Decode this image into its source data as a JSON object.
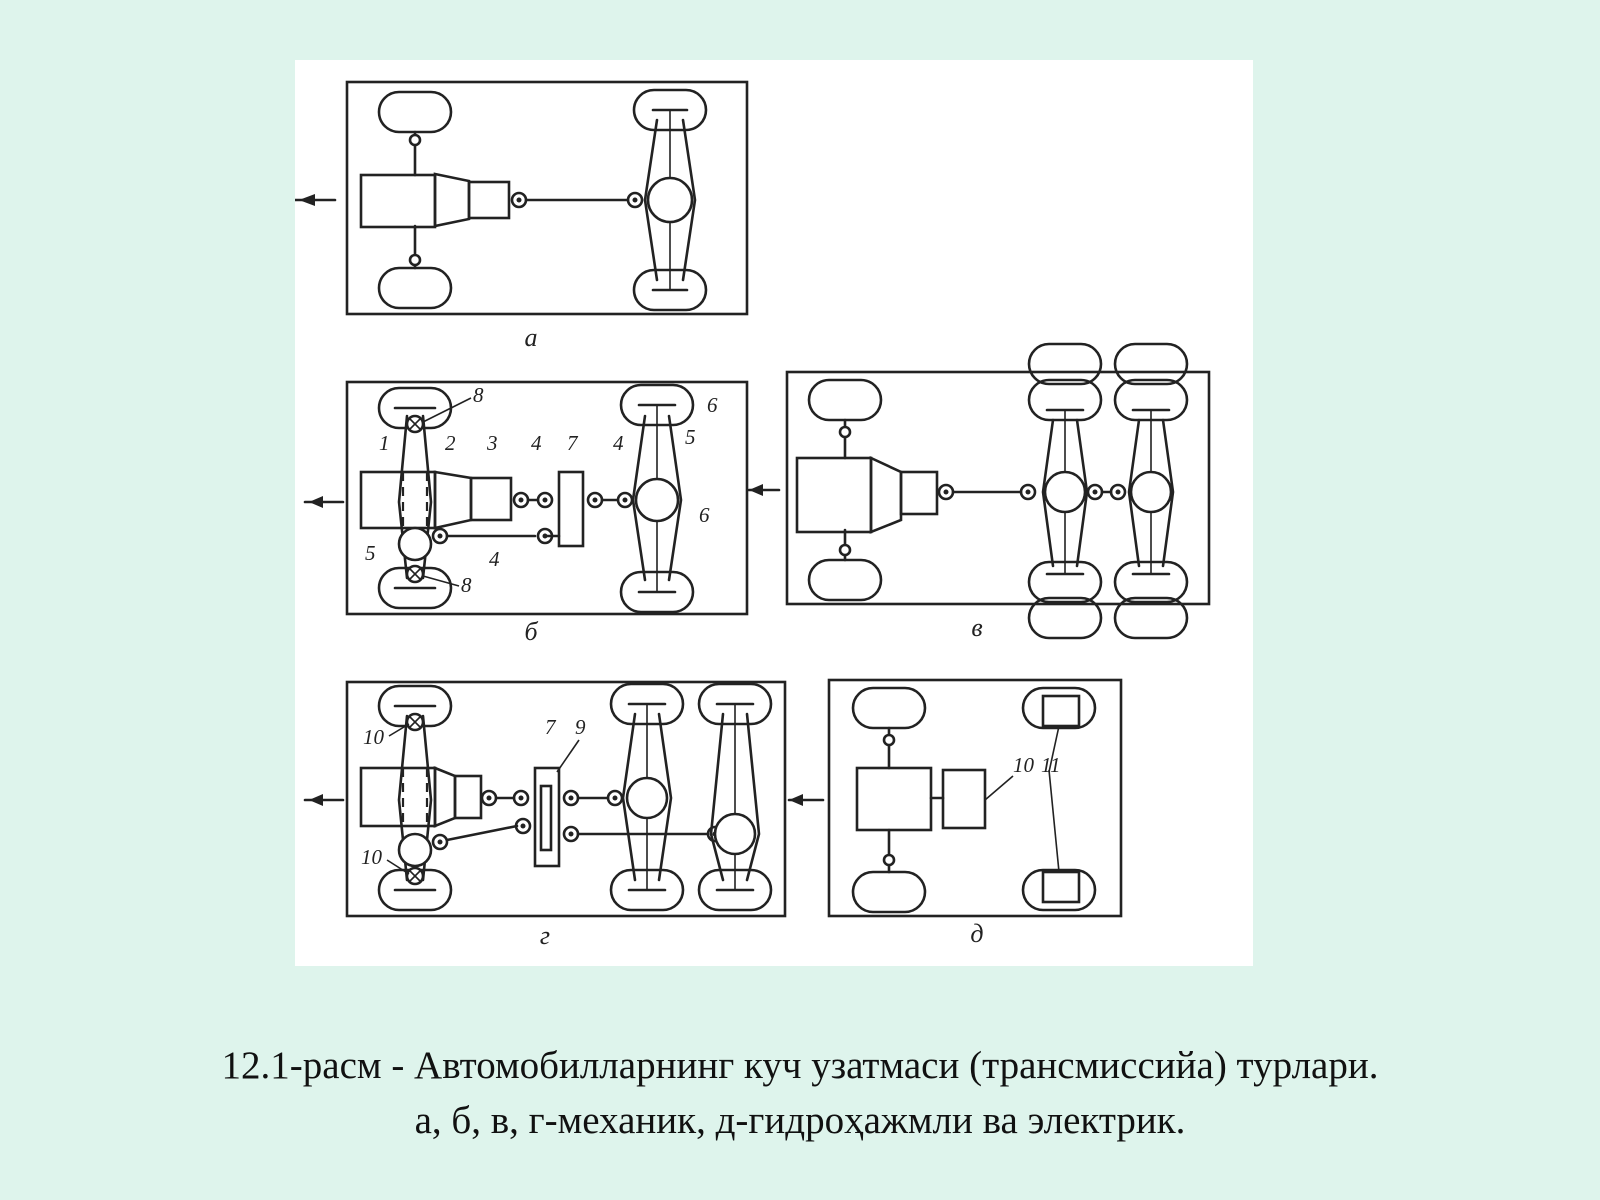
{
  "diagram": {
    "panels": [
      {
        "id": "a",
        "label": "а"
      },
      {
        "id": "b",
        "label": "б"
      },
      {
        "id": "v",
        "label": "в"
      },
      {
        "id": "g",
        "label": "г"
      },
      {
        "id": "d",
        "label": "д"
      }
    ],
    "component_numbers": {
      "b": [
        "1",
        "2",
        "3",
        "4",
        "7",
        "4",
        "6",
        "5",
        "6",
        "5",
        "4",
        "8",
        "8"
      ],
      "g": [
        "10",
        "10",
        "7",
        "9"
      ],
      "d": [
        "10",
        "11"
      ]
    }
  },
  "caption": {
    "line1": "12.1-расм - Автомобилларнинг куч узатмаси (трансмиссийа) турлари.",
    "line2": "а, б, в, г-механик, д-гидроҳажмли ва электрик."
  },
  "colors": {
    "background": "#def4ec",
    "figure_paper": "#ffffff",
    "ink": "#222222"
  }
}
